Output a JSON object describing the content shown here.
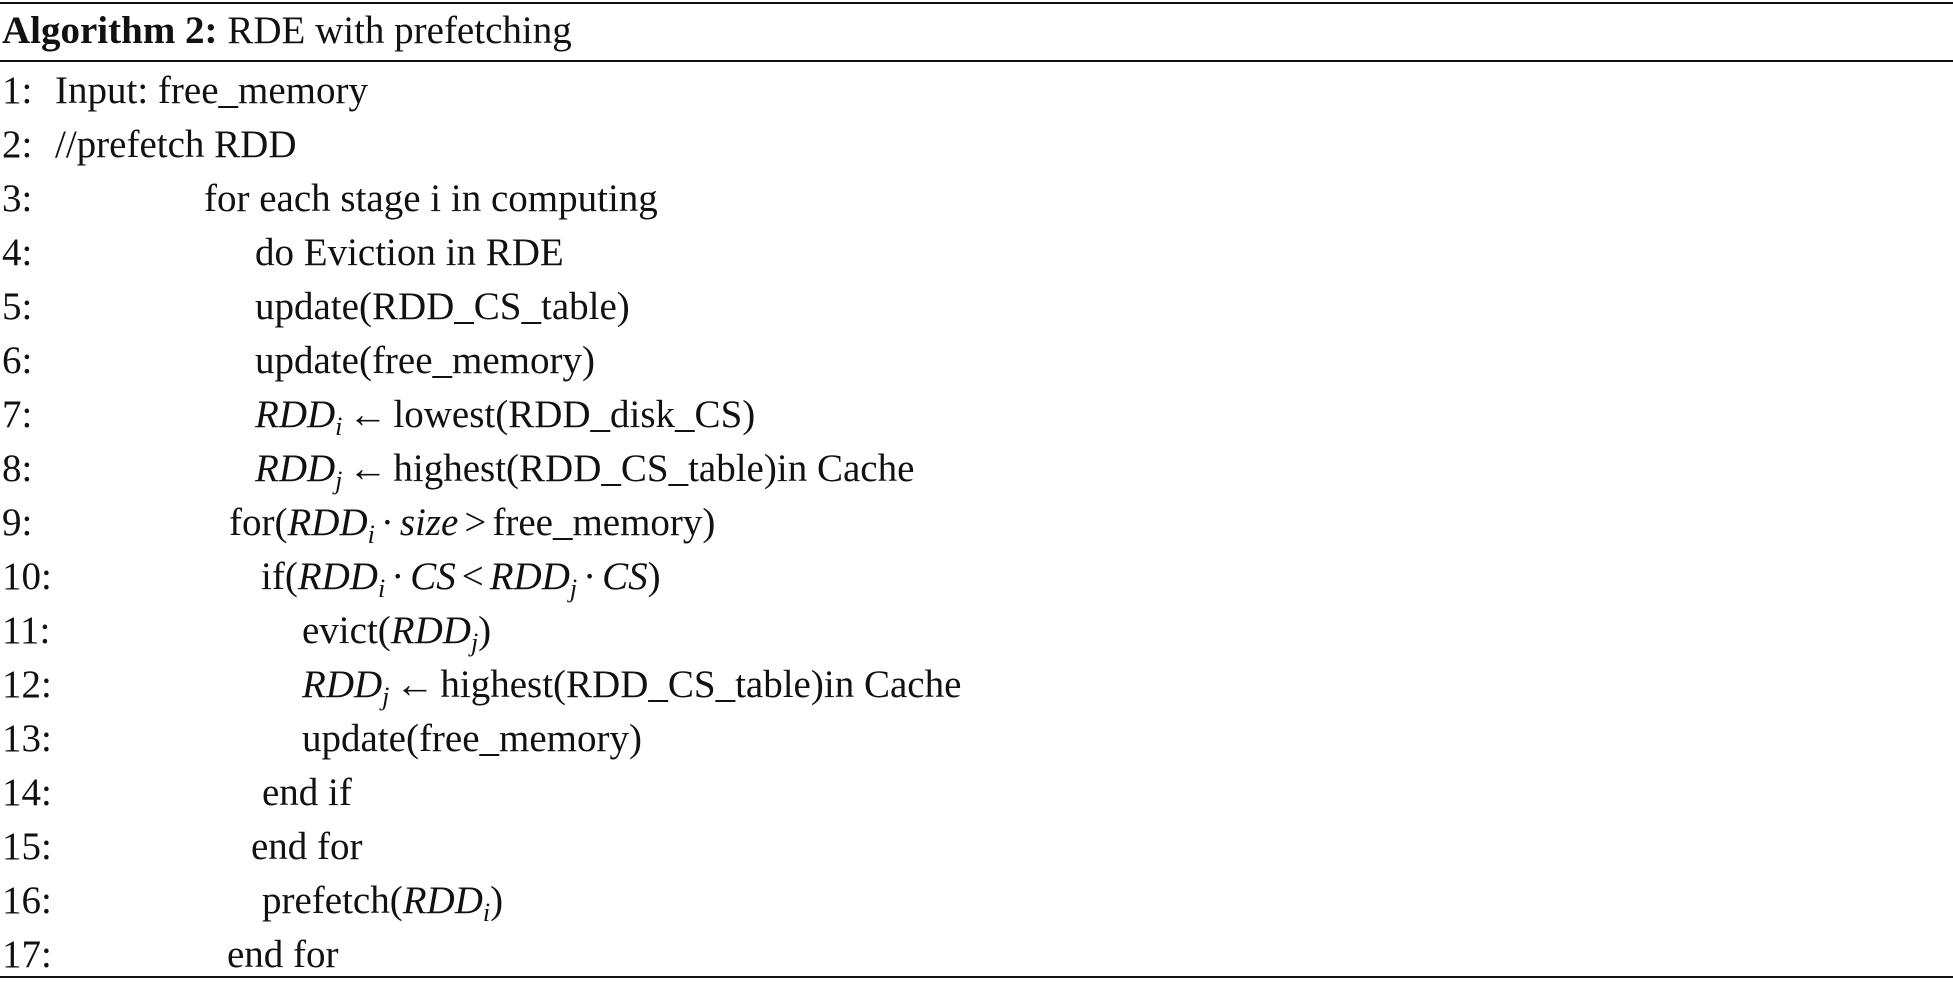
{
  "title": {
    "label": "Algorithm 2:",
    "text": "RDE with prefetching"
  },
  "lines": [
    {
      "num": "1:",
      "text": "Input: free_memory"
    },
    {
      "num": "2:",
      "text": "//prefetch RDD"
    },
    {
      "num": "3:",
      "text": "for each stage i in computing"
    },
    {
      "num": "4:",
      "text": "do Eviction in RDE"
    },
    {
      "num": "5:",
      "text": "update(RDD_CS_table)"
    },
    {
      "num": "6:",
      "text": "update(free_memory)"
    },
    {
      "num": "7:",
      "rdd": "RDD",
      "sub": "i",
      "arrow": "←",
      "rest": "lowest(RDD_disk_CS)"
    },
    {
      "num": "8:",
      "rdd": "RDD",
      "sub": "j",
      "arrow": "←",
      "rest": "highest(RDD_CS_table)in Cache"
    },
    {
      "num": "9:",
      "pre": "for(",
      "rdd": "RDD",
      "sub": "i",
      "dot": "·",
      "field": "size",
      "op": ">",
      "rest": "free_memory)"
    },
    {
      "num": "10:",
      "pre": "if(",
      "rdd": "RDD",
      "sub": "i",
      "dot": "·",
      "field": "CS",
      "op": "<",
      "rdd2": "RDD",
      "sub2": "j",
      "dot2": "·",
      "field2": "CS",
      "post": ")"
    },
    {
      "num": "11:",
      "pre": "evict(",
      "rdd": "RDD",
      "sub": "j",
      "post": ")"
    },
    {
      "num": "12:",
      "rdd": "RDD",
      "sub": "j",
      "arrow": "←",
      "rest": "highest(RDD_CS_table)in Cache"
    },
    {
      "num": "13:",
      "text": "update(free_memory)"
    },
    {
      "num": "14:",
      "text": "end if"
    },
    {
      "num": "15:",
      "text": "end for"
    },
    {
      "num": "16:",
      "pre": "prefetch(",
      "rdd": "RDD",
      "sub": "i",
      "post": ")"
    },
    {
      "num": "17:",
      "text": "end for"
    }
  ]
}
